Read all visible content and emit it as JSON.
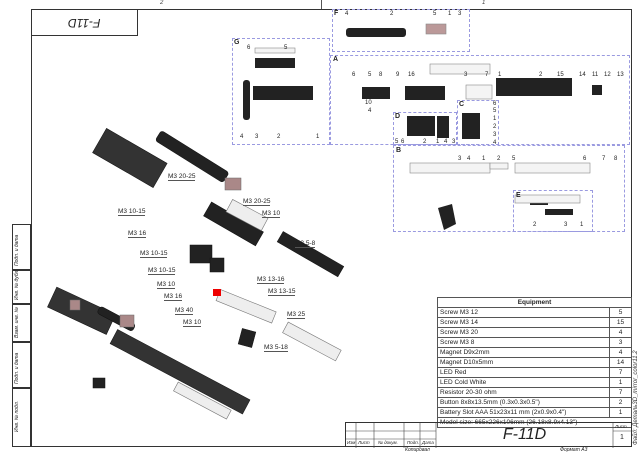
{
  "title": "F-11D",
  "top_box_title": "F-11D",
  "scale_marks": [
    "2",
    "1"
  ],
  "left_strip": [
    "Подп. и дата",
    "Инв. № дубл.",
    "Взам. инв. №",
    "Подп. и дата",
    "Инв. № подл."
  ],
  "sections": {
    "F": {
      "label": "F",
      "nums": [
        "4",
        "2",
        "5",
        "1",
        "3"
      ]
    },
    "G": {
      "label": "G",
      "nums": [
        "6",
        "5",
        "4",
        "3",
        "2",
        "1"
      ]
    },
    "A": {
      "label": "A",
      "nums": [
        "6",
        "5",
        "8",
        "9",
        "16",
        "3",
        "7",
        "1",
        "2",
        "15",
        "14",
        "11",
        "12",
        "13",
        "10",
        "4"
      ]
    },
    "D": {
      "label": "D",
      "nums": [
        "5",
        "6",
        "2",
        "1",
        "4",
        "3"
      ]
    },
    "C": {
      "label": "C",
      "nums": [
        "6",
        "5",
        "1",
        "2",
        "3",
        "4"
      ]
    },
    "B": {
      "label": "B",
      "nums": [
        "3",
        "4",
        "1",
        "2",
        "5",
        "6",
        "7",
        "8"
      ]
    },
    "E": {
      "label": "E",
      "nums": [
        "2",
        "3",
        "1"
      ]
    }
  },
  "callouts": [
    "M3 20-25",
    "M3 20-25",
    "M3 10",
    "M3 10-15",
    "M3 16",
    "M3 5-8",
    "M3 10-15",
    "M3 10-15",
    "M3 10",
    "M3 13-16",
    "M3 16",
    "M3 13-15",
    "M3 40",
    "M3 25",
    "M3 10",
    "M3 5-18"
  ],
  "equipment": {
    "header": "Equipment",
    "rows": [
      {
        "item": "Screw M3 12",
        "qty": "5"
      },
      {
        "item": "Screw M3 14",
        "qty": "15"
      },
      {
        "item": "Screw M3 20",
        "qty": "4"
      },
      {
        "item": "Screw M3 8",
        "qty": "3"
      },
      {
        "item": "Magnet D9x2mm",
        "qty": "4"
      },
      {
        "item": "Magnet D10x5mm",
        "qty": "14"
      },
      {
        "item": "LED Red",
        "qty": "7"
      },
      {
        "item": "LED Cold White",
        "qty": "1"
      },
      {
        "item": "Resistor 20-30 ohm",
        "qty": "7"
      },
      {
        "item": "Button 8x8x13.5mm (0.3x0.3x0.5\")",
        "qty": "2"
      },
      {
        "item": "Battery Slot AAA 51x23x11 mm (2x0.9x0.4\")",
        "qty": "1"
      }
    ],
    "model_size": "Model size: 665x226x106mm (26.18x8.9x4.13\")"
  },
  "title_block": {
    "cols": [
      "Изм",
      "Лист",
      "№ докум.",
      "Подп.",
      "Дата"
    ],
    "sheet_label": "Лист",
    "sheet": "1",
    "copied": "Копировал",
    "format": "Формат А3"
  },
  "file_label": "Файл: Деталь3D_mirror_color11.2"
}
